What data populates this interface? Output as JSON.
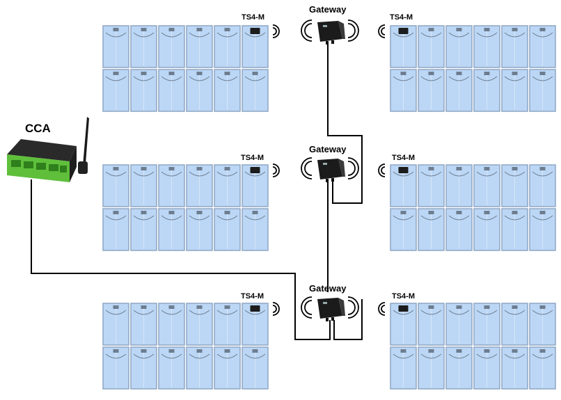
{
  "labels": {
    "cca": "CCA",
    "gateway": "Gateway",
    "ts4m": "TS4-M"
  },
  "arrays": {
    "rows_per_array": 2,
    "panels_per_row": 6
  },
  "colors": {
    "panel_fill": "#bcd7f5",
    "panel_frame": "#8da6c4",
    "cable": "#000000",
    "cca_green": "#5fbf3b",
    "device_dark": "#1c1c1c"
  }
}
